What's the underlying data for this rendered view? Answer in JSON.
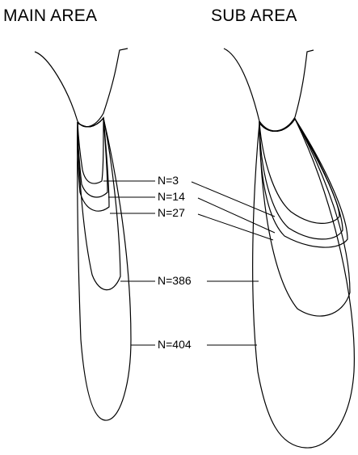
{
  "headings": {
    "main_area": "MAIN AREA",
    "sub_area": "SUB AREA"
  },
  "contours": [
    {
      "label": "N=3"
    },
    {
      "label": "N=14"
    },
    {
      "label": "N=27"
    },
    {
      "label": "N=386"
    },
    {
      "label": "N=404"
    }
  ],
  "colors": {
    "ink": "#000000",
    "background": "#ffffff"
  }
}
